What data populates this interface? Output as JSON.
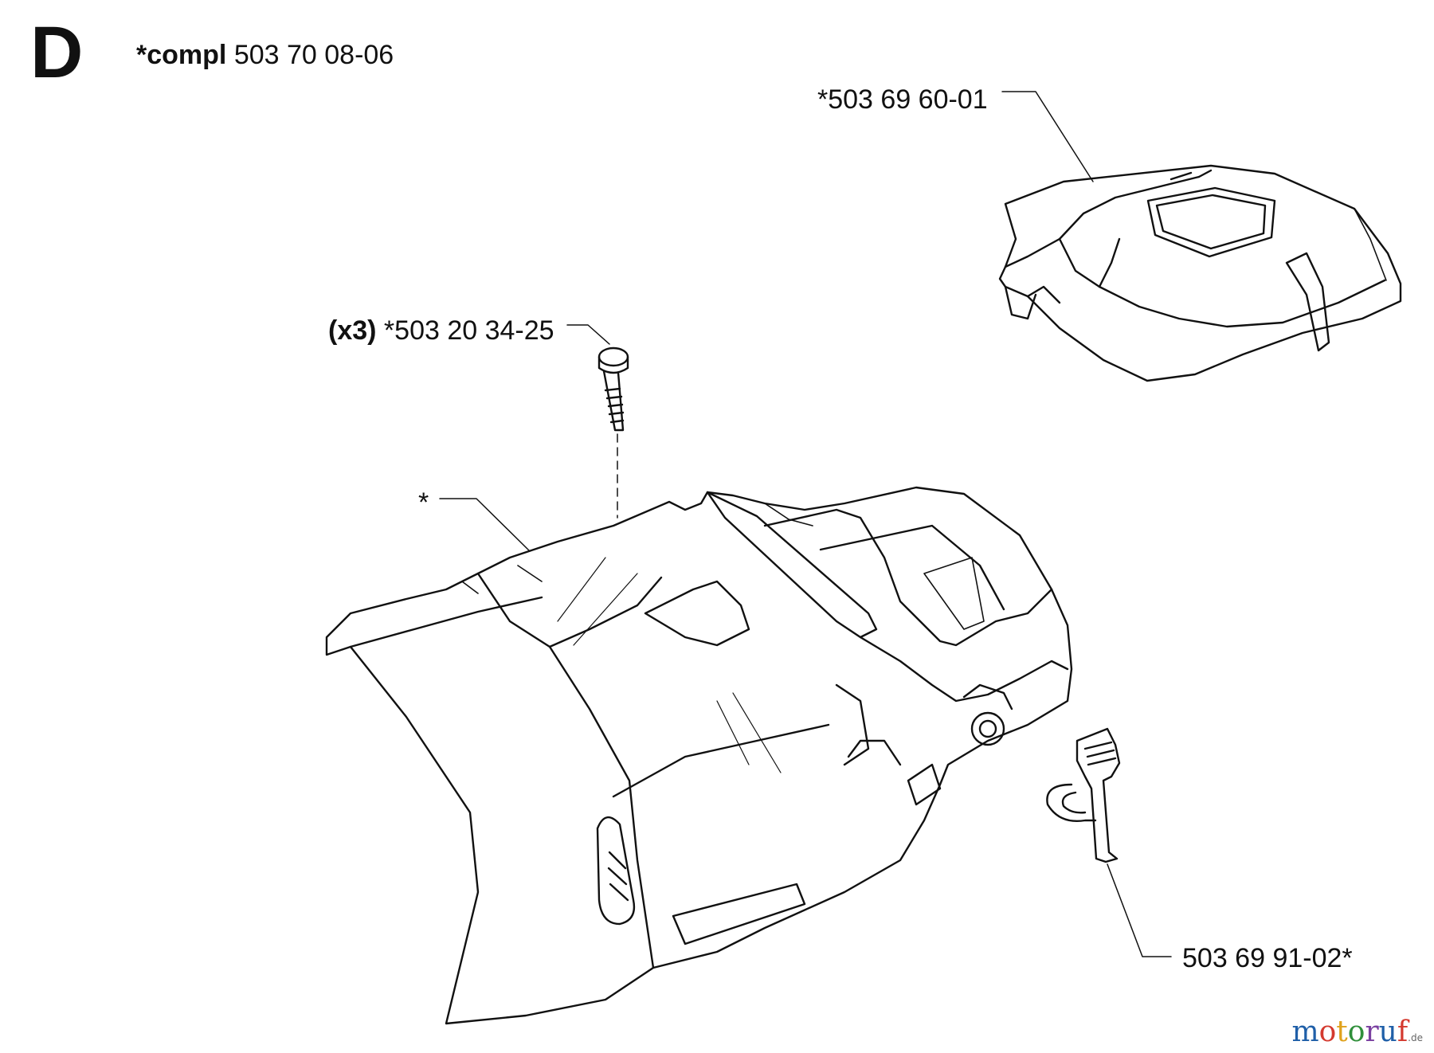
{
  "section": "D",
  "callouts": {
    "complete": {
      "prefix": "*compl",
      "number": "503 70 08-06"
    },
    "top_cover": {
      "text": "*503 69 60-01"
    },
    "screw": {
      "qty": "(x3)",
      "number": "*503 20 34-25"
    },
    "housing": {
      "text": "*"
    },
    "latch": {
      "text": "503 69 91-02*"
    }
  },
  "watermark": {
    "letters": [
      "m",
      "o",
      "t",
      "o",
      "r",
      "u",
      "f"
    ],
    "suffix": ".de",
    "colors": [
      "#1f5fa8",
      "#d43a2f",
      "#e0a21c",
      "#2f8f3a",
      "#7a3fa0",
      "#1f5fa8",
      "#d43a2f"
    ]
  }
}
